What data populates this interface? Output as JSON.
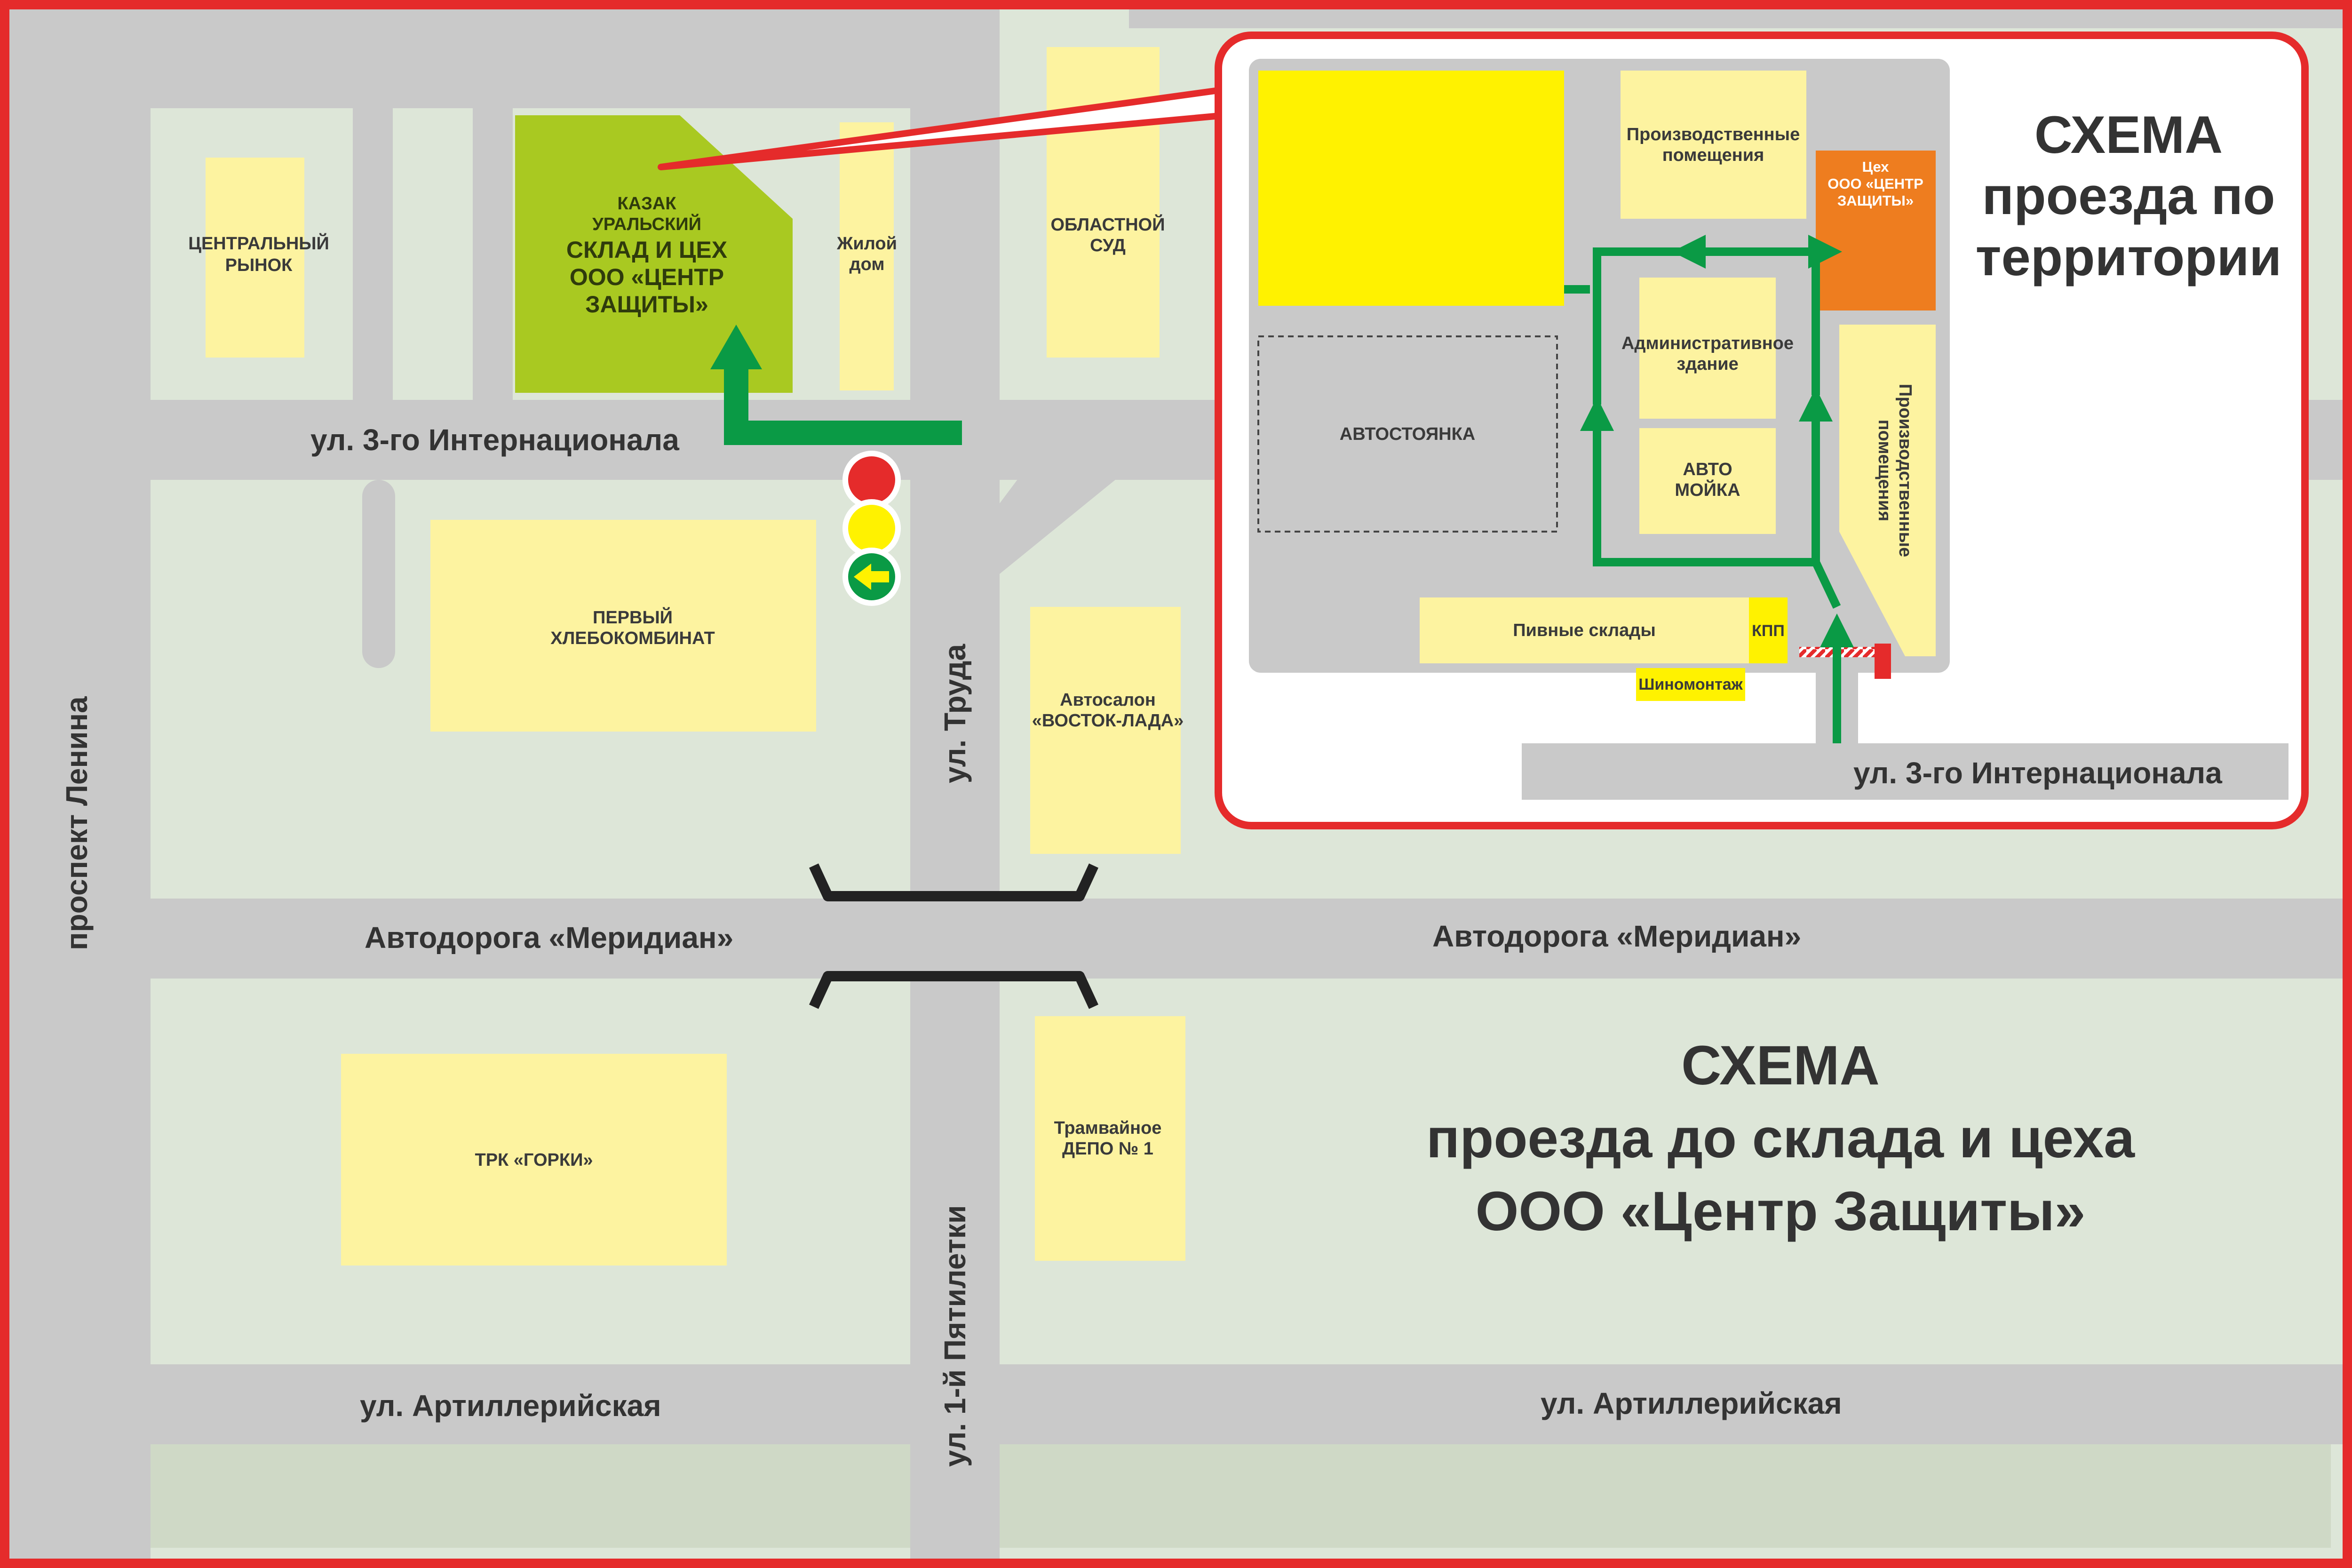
{
  "colors": {
    "border": "#e52b2b",
    "ground": "#dde6d8",
    "road": "#c9c9c9",
    "building": "#fdf3a0",
    "warehouse": "#a9c921",
    "inset_yellow": "#fff200",
    "orange": "#ee7d1f",
    "arrow": "#0a9a45"
  },
  "streets": {
    "internationala": "ул. 3-го Интернационала",
    "lenina": "проспект Ленина",
    "truda": "ул. Труда",
    "meridian_left": "Автодорога «Меридиан»",
    "meridian_right": "Автодорога «Меридиан»",
    "pyatiletki": "ул. 1-й Пятилетки",
    "artill_left": "ул. Артиллерийская",
    "artill_right": "ул. Артиллерийская"
  },
  "buildings": {
    "market": [
      "ЦЕНТРАЛЬНЫЙ",
      "РЫНОК"
    ],
    "warehouse": [
      "КАЗАК",
      "УРАЛЬСКИЙ",
      "СКЛАД И ЦЕХ",
      "ООО «ЦЕНТР",
      "ЗАЩИТЫ»"
    ],
    "residential": [
      "Жилой",
      "дом"
    ],
    "court": [
      "ОБЛАСТНОЙ",
      "СУД"
    ],
    "bakery": [
      "ПЕРВЫЙ",
      "ХЛЕБОКОМБИНАТ"
    ],
    "autosalon": [
      "Автосалон",
      "«ВОСТОК-ЛАДА»"
    ],
    "mall": "ТРК «ГОРКИ»",
    "depot": [
      "Трамвайное",
      "ДЕПО № 1"
    ]
  },
  "inset": {
    "title": [
      "СХЕМА",
      "проезда по",
      "территории"
    ],
    "production_top": [
      "Производственные",
      "помещения"
    ],
    "workshop": [
      "Цех",
      "ООО «ЦЕНТР",
      "ЗАЩИТЫ»"
    ],
    "admin": [
      "Административное",
      "здание"
    ],
    "parking": "АВТОСТОЯНКА",
    "carwash": [
      "АВТО",
      "МОЙКА"
    ],
    "production_right": [
      "Производственные",
      "помещения"
    ],
    "beer": "Пивные склады",
    "checkpoint": "КПП",
    "tires": "Шиномонтаж",
    "street": "ул. 3-го Интернационала"
  },
  "main_title": [
    "СХЕМА",
    "проезда до склада и цеха",
    "ООО «Центр Защиты»"
  ],
  "traffic_light": {
    "colors": [
      "#e52b2b",
      "#fff200",
      "#0a9a45"
    ],
    "state": "green-left-arrow"
  }
}
